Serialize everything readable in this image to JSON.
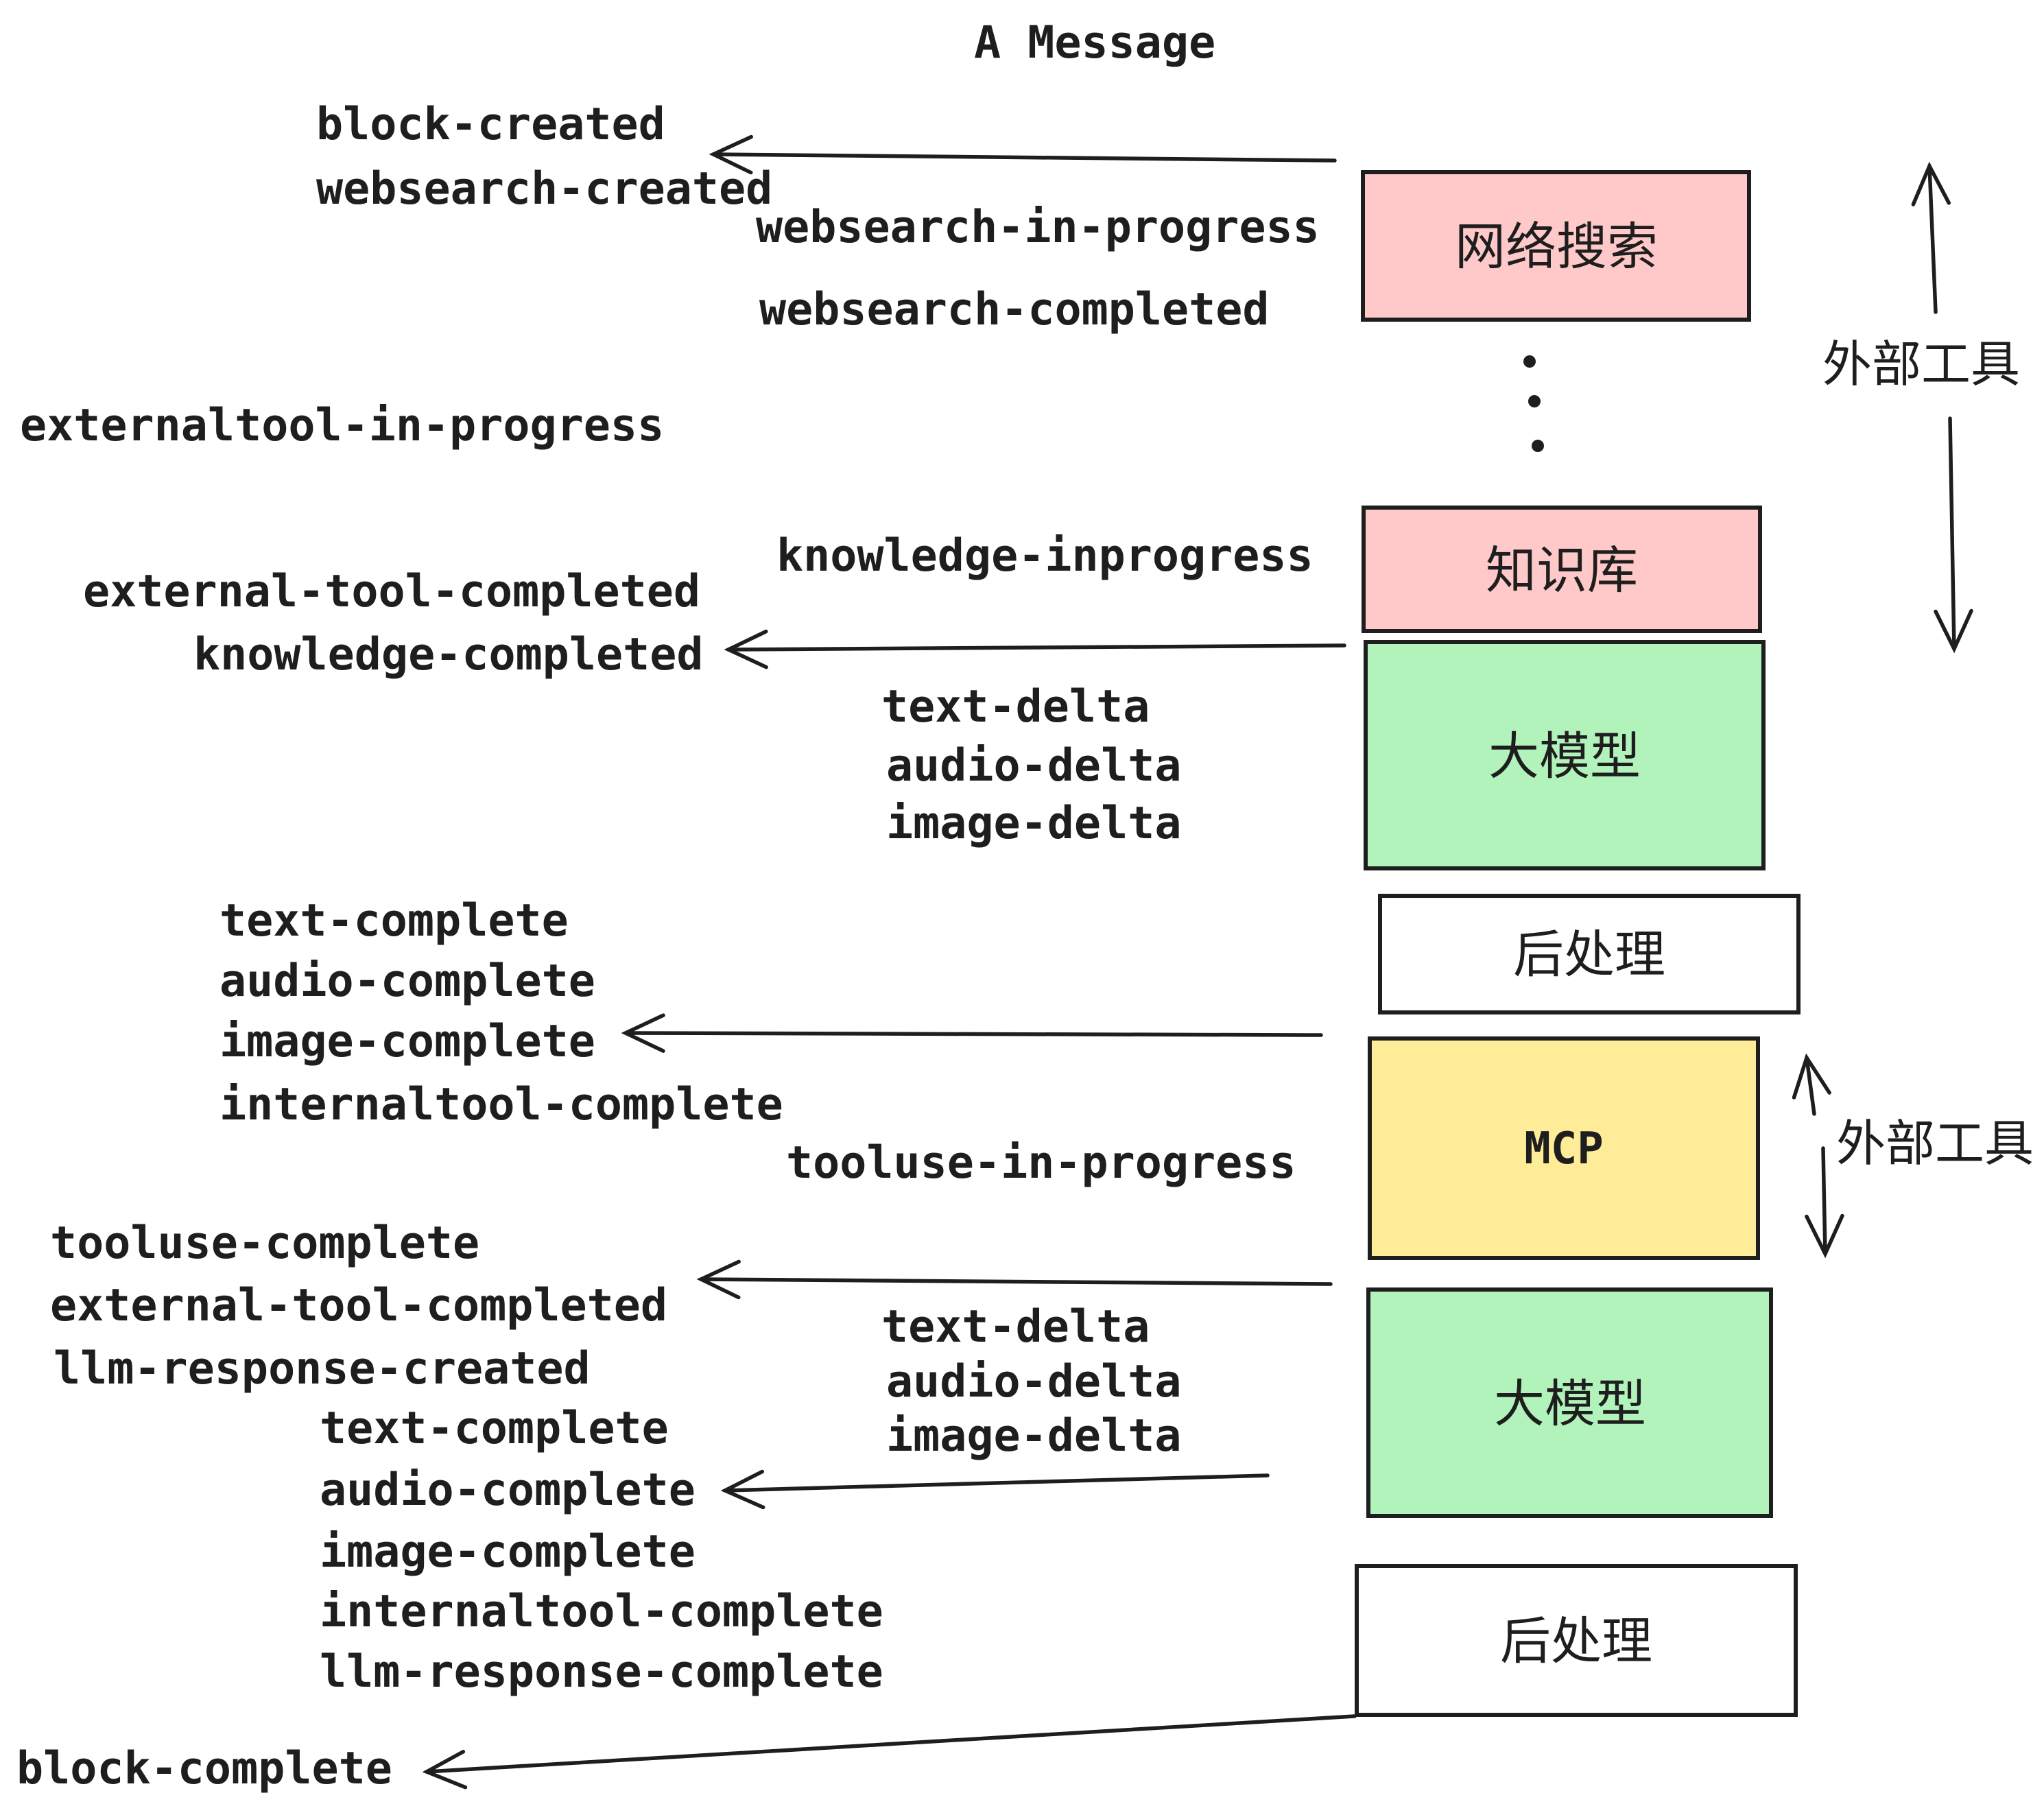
{
  "title": "A Message",
  "colors": {
    "box_pink": "#ffc9c9",
    "box_green": "#b2f2bb",
    "box_yellow": "#ffec99",
    "box_white": "#ffffff",
    "stroke": "#1e1e1e"
  },
  "boxes": {
    "websearch": "网络搜索",
    "knowledge": "知识库",
    "llm": "大模型",
    "postprocess": "后处理",
    "mcp": "MCP"
  },
  "annotations": {
    "external_tools": "外部工具"
  },
  "events": {
    "block_created": "block-created",
    "websearch_created": "websearch-created",
    "websearch_in_progress": "websearch-in-progress",
    "websearch_completed": "websearch-completed",
    "externaltool_in_progress": "externaltool-in-progress",
    "knowledge_inprogress": "knowledge-inprogress",
    "external_tool_completed": "external-tool-completed",
    "knowledge_completed": "knowledge-completed",
    "text_delta": "text-delta",
    "audio_delta": "audio-delta",
    "image_delta": "image-delta",
    "text_complete": "text-complete",
    "audio_complete": "audio-complete",
    "image_complete": "image-complete",
    "internaltool_complete": "internaltool-complete",
    "tooluse_in_progress": "tooluse-in-progress",
    "tooluse_complete": "tooluse-complete",
    "llm_response_created": "llm-response-created",
    "llm_response_complete": "llm-response-complete",
    "block_complete": "block-complete"
  }
}
